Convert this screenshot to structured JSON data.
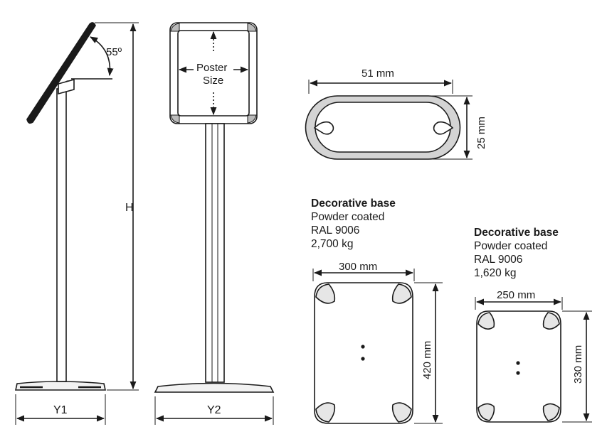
{
  "labels": {
    "angle": "55º",
    "poster_line1": "Poster",
    "poster_line2": "Size",
    "height": "H",
    "y1": "Y1",
    "y2": "Y2",
    "profile_width": "51 mm",
    "profile_height": "25 mm"
  },
  "base_large": {
    "title": "Decorative base",
    "finish": "Powder coated",
    "color": "RAL 9006",
    "weight": "2,700 kg",
    "width": "300 mm",
    "depth": "420 mm"
  },
  "base_small": {
    "title": "Decorative base",
    "finish": "Powder coated",
    "color": "RAL 9006",
    "weight": "1,620 kg",
    "width": "250 mm",
    "depth": "330 mm"
  }
}
